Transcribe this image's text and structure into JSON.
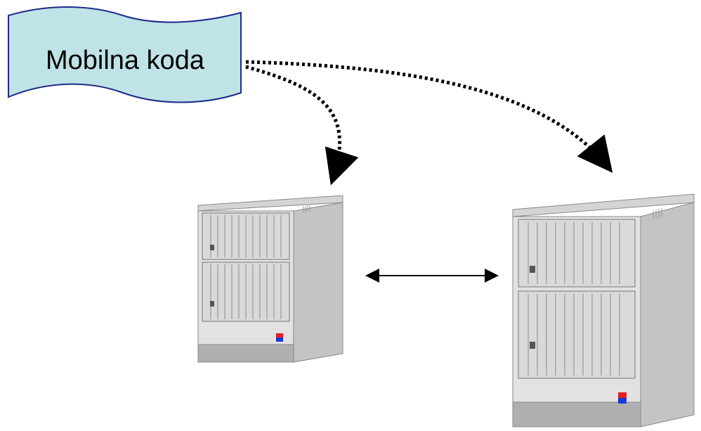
{
  "banner": {
    "label": "Mobilna koda",
    "fill": "#bfe3e6",
    "stroke": "#1f2a8a"
  },
  "arrows": {
    "color": "#000000"
  },
  "servers": [
    {
      "name": "server-left"
    },
    {
      "name": "server-right"
    }
  ],
  "server_colors": {
    "body": "#e2e2e2",
    "side": "#c4c4c4",
    "top": "#d4d4d4",
    "base": "#b0b0b0",
    "indicator_red": "#e02020",
    "indicator_blue": "#1a3bd6"
  }
}
